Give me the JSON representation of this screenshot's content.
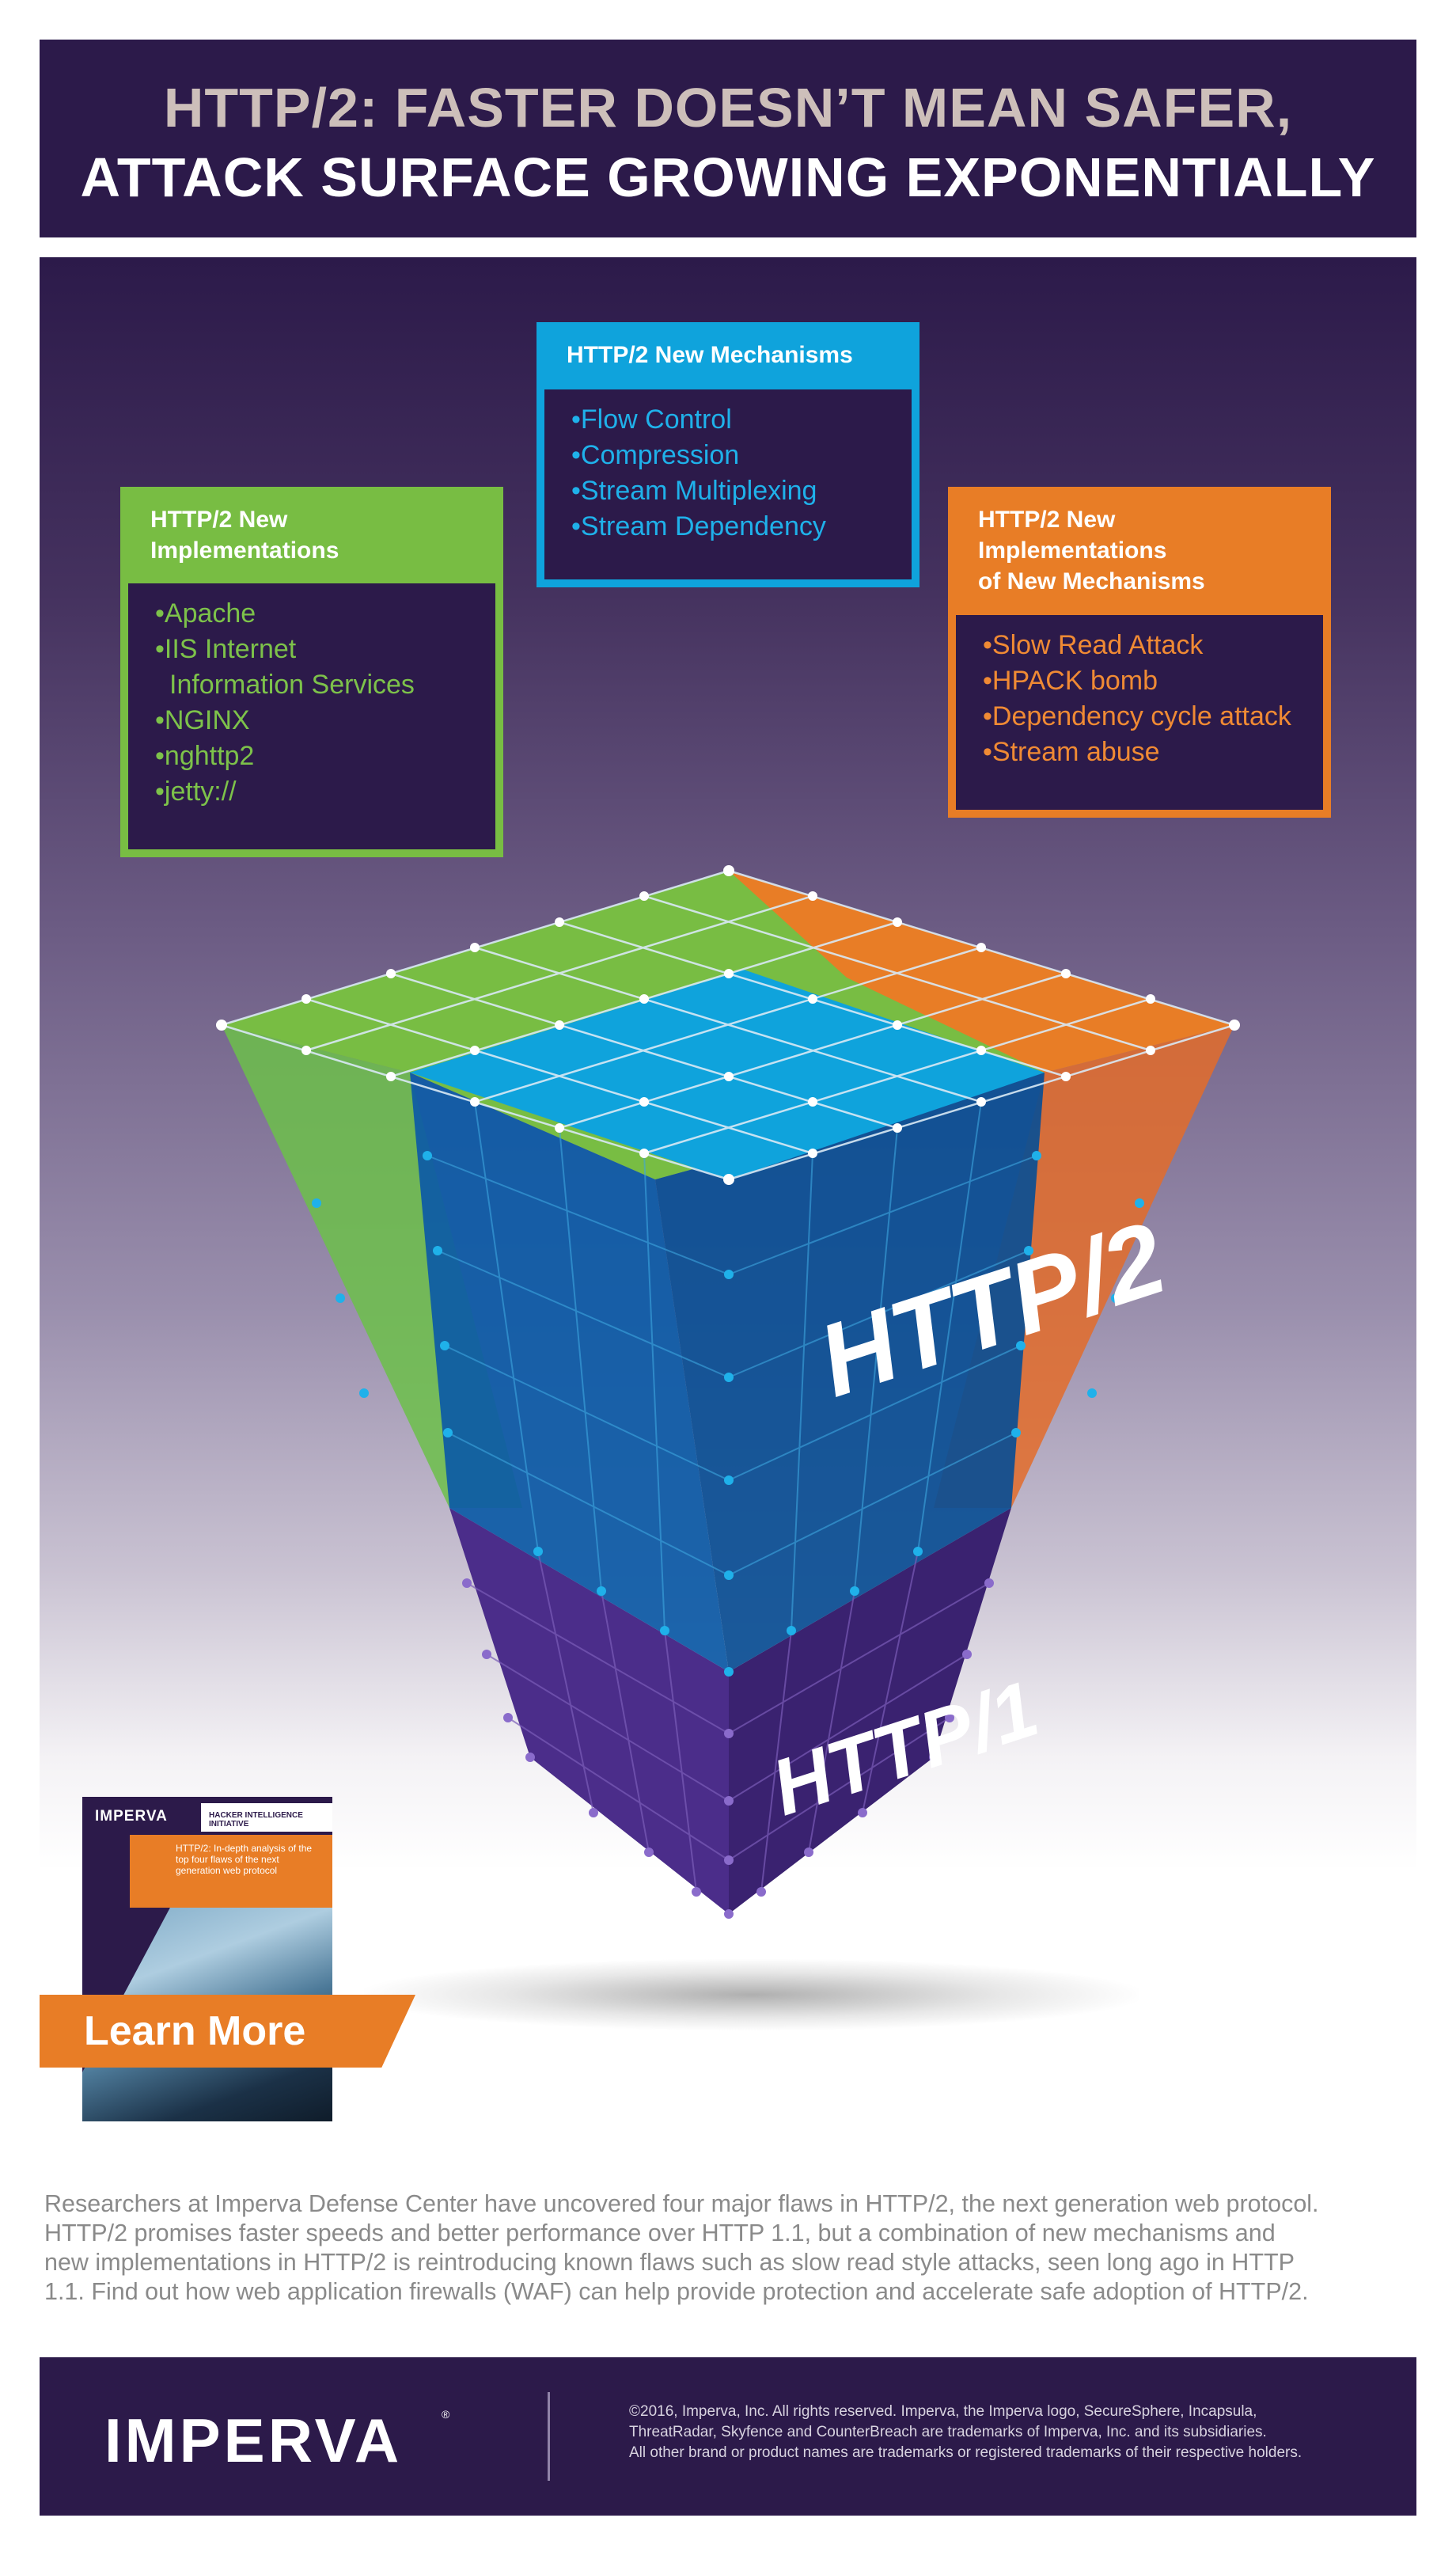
{
  "header": {
    "line1": "HTTP/2: FASTER DOESN’T MEAN SAFER,",
    "line2": "ATTACK SURFACE GROWING EXPONENTIALLY"
  },
  "boxes": {
    "implementations": {
      "title_line1": "HTTP/2 New",
      "title_line2": "Implementations",
      "items": [
        "Apache",
        "IIS Internet",
        "Information Services",
        "NGINX",
        "nghttp2",
        "jetty://"
      ]
    },
    "mechanisms": {
      "title": "HTTP/2 New Mechanisms",
      "items": [
        "Flow Control",
        "Compression",
        "Stream Multiplexing",
        "Stream Dependency"
      ]
    },
    "implementations_of_mechanisms": {
      "title_line1": "HTTP/2 New",
      "title_line2": "Implementations",
      "title_line3": "of New Mechanisms",
      "items": [
        "Slow Read Attack",
        "HPACK bomb",
        "Dependency cycle attack",
        "Stream abuse"
      ]
    }
  },
  "pyramid": {
    "upper_label": "HTTP/2",
    "lower_label": "HTTP/1"
  },
  "report_cover": {
    "logo": "IMPERVA",
    "initiative": "HACKER INTELLIGENCE INITIATIVE",
    "description": "HTTP/2: In-depth analysis of the top four flaws of the next generation web protocol"
  },
  "cta": {
    "label": "Learn More"
  },
  "description": {
    "line1": "Researchers at Imperva Defense Center have uncovered four major flaws in HTTP/2, the next generation web protocol.",
    "line2": "HTTP/2 promises faster speeds and better performance over HTTP 1.1, but a combination of new mechanisms and",
    "line3": "new implementations in HTTP/2 is reintroducing known flaws such as slow read style attacks, seen long ago in HTTP",
    "line4": "1.1. Find out how web application firewalls (WAF) can help provide protection and accelerate safe adoption of HTTP/2."
  },
  "footer": {
    "logo": "IMPERVA",
    "reg_mark": "®",
    "legal_line1": "©2016, Imperva, Inc. All rights reserved. Imperva, the Imperva logo, SecureSphere, Incapsula,",
    "legal_line2": "ThreatRadar, Skyfence and CounterBreach are trademarks of Imperva, Inc. and its subsidiaries.",
    "legal_line3": "All other brand or product names are trademarks or registered trademarks of their respective holders."
  },
  "colors": {
    "brand_purple": "#2c1a4a",
    "green": "#78bd43",
    "blue": "#0fa3dc",
    "orange": "#e87d26"
  }
}
